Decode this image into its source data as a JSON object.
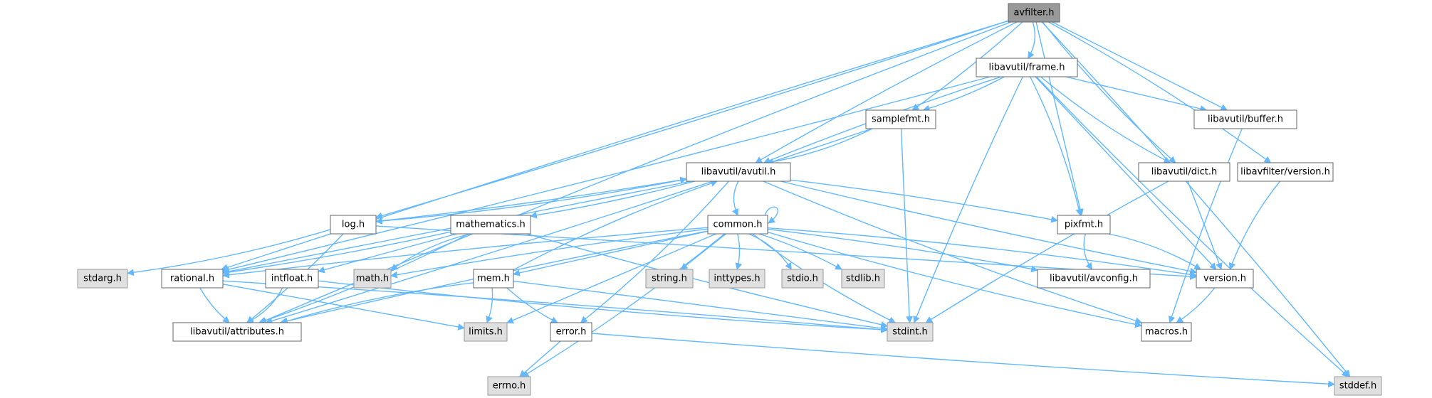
{
  "graph": {
    "colors": {
      "edge": "#63b8ff",
      "node_fill": "#ffffff",
      "node_border": "#666666",
      "system_fill": "#e0e0e0",
      "system_border": "#999999",
      "root_fill": "#999999",
      "root_border": "#666666"
    },
    "nodes": [
      {
        "id": "avfilter_h",
        "label": "avfilter.h",
        "kind": "root"
      },
      {
        "id": "frame_h",
        "label": "libavutil/frame.h",
        "kind": "header"
      },
      {
        "id": "samplefmt_h",
        "label": "samplefmt.h",
        "kind": "header"
      },
      {
        "id": "buffer_h",
        "label": "libavutil/buffer.h",
        "kind": "header"
      },
      {
        "id": "avutil_h",
        "label": "libavutil/avutil.h",
        "kind": "header"
      },
      {
        "id": "dict_h",
        "label": "libavutil/dict.h",
        "kind": "header"
      },
      {
        "id": "lavfi_version_h",
        "label": "libavfilter/version.h",
        "kind": "header"
      },
      {
        "id": "log_h",
        "label": "log.h",
        "kind": "header"
      },
      {
        "id": "mathematics_h",
        "label": "mathematics.h",
        "kind": "header"
      },
      {
        "id": "common_h",
        "label": "common.h",
        "kind": "header"
      },
      {
        "id": "pixfmt_h",
        "label": "pixfmt.h",
        "kind": "header"
      },
      {
        "id": "stdarg_h",
        "label": "stdarg.h",
        "kind": "system"
      },
      {
        "id": "rational_h",
        "label": "rational.h",
        "kind": "header"
      },
      {
        "id": "intfloat_h",
        "label": "intfloat.h",
        "kind": "header"
      },
      {
        "id": "math_h",
        "label": "math.h",
        "kind": "system"
      },
      {
        "id": "mem_h",
        "label": "mem.h",
        "kind": "header"
      },
      {
        "id": "string_h",
        "label": "string.h",
        "kind": "system"
      },
      {
        "id": "inttypes_h",
        "label": "inttypes.h",
        "kind": "system"
      },
      {
        "id": "stdio_h",
        "label": "stdio.h",
        "kind": "system"
      },
      {
        "id": "stdlib_h",
        "label": "stdlib.h",
        "kind": "system"
      },
      {
        "id": "avconfig_h",
        "label": "libavutil/avconfig.h",
        "kind": "header"
      },
      {
        "id": "version_h",
        "label": "version.h",
        "kind": "header"
      },
      {
        "id": "attributes_h",
        "label": "libavutil/attributes.h",
        "kind": "header"
      },
      {
        "id": "limits_h",
        "label": "limits.h",
        "kind": "system"
      },
      {
        "id": "stdint_h",
        "label": "stdint.h",
        "kind": "system"
      },
      {
        "id": "error_h",
        "label": "error.h",
        "kind": "header"
      },
      {
        "id": "macros_h",
        "label": "macros.h",
        "kind": "header"
      },
      {
        "id": "errno_h",
        "label": "errno.h",
        "kind": "system"
      },
      {
        "id": "stddef_h",
        "label": "stddef.h",
        "kind": "system"
      }
    ],
    "edges": [
      [
        "avfilter_h",
        "frame_h"
      ],
      [
        "avfilter_h",
        "samplefmt_h"
      ],
      [
        "avfilter_h",
        "buffer_h"
      ],
      [
        "avfilter_h",
        "avutil_h"
      ],
      [
        "avfilter_h",
        "dict_h"
      ],
      [
        "avfilter_h",
        "lavfi_version_h"
      ],
      [
        "avfilter_h",
        "log_h"
      ],
      [
        "avfilter_h",
        "pixfmt_h"
      ],
      [
        "avfilter_h",
        "rational_h"
      ],
      [
        "avfilter_h",
        "attributes_h"
      ],
      [
        "avfilter_h",
        "stddef_h"
      ],
      [
        "frame_h",
        "samplefmt_h"
      ],
      [
        "frame_h",
        "buffer_h"
      ],
      [
        "frame_h",
        "avutil_h"
      ],
      [
        "frame_h",
        "dict_h"
      ],
      [
        "frame_h",
        "pixfmt_h"
      ],
      [
        "frame_h",
        "rational_h"
      ],
      [
        "frame_h",
        "version_h"
      ],
      [
        "frame_h",
        "stdint_h"
      ],
      [
        "frame_h",
        "stddef_h"
      ],
      [
        "samplefmt_h",
        "avutil_h"
      ],
      [
        "samplefmt_h",
        "attributes_h"
      ],
      [
        "samplefmt_h",
        "stdint_h"
      ],
      [
        "buffer_h",
        "macros_h"
      ],
      [
        "avutil_h",
        "common_h"
      ],
      [
        "avutil_h",
        "error_h"
      ],
      [
        "avutil_h",
        "mathematics_h"
      ],
      [
        "avutil_h",
        "rational_h"
      ],
      [
        "avutil_h",
        "version_h"
      ],
      [
        "avutil_h",
        "macros_h"
      ],
      [
        "avutil_h",
        "log_h"
      ],
      [
        "avutil_h",
        "pixfmt_h"
      ],
      [
        "dict_h",
        "version_h"
      ],
      [
        "dict_h",
        "stdint_h"
      ],
      [
        "lavfi_version_h",
        "version_h"
      ],
      [
        "log_h",
        "stdarg_h"
      ],
      [
        "log_h",
        "attributes_h"
      ],
      [
        "log_h",
        "version_h"
      ],
      [
        "log_h",
        "avutil_h"
      ],
      [
        "mathematics_h",
        "math_h"
      ],
      [
        "mathematics_h",
        "attributes_h"
      ],
      [
        "mathematics_h",
        "rational_h"
      ],
      [
        "mathematics_h",
        "intfloat_h"
      ],
      [
        "mathematics_h",
        "stdint_h"
      ],
      [
        "common_h",
        "common_h"
      ],
      [
        "common_h",
        "errno_h"
      ],
      [
        "common_h",
        "inttypes_h"
      ],
      [
        "common_h",
        "limits_h"
      ],
      [
        "common_h",
        "math_h"
      ],
      [
        "common_h",
        "stdint_h"
      ],
      [
        "common_h",
        "stdio_h"
      ],
      [
        "common_h",
        "stdlib_h"
      ],
      [
        "common_h",
        "string_h"
      ],
      [
        "common_h",
        "attributes_h"
      ],
      [
        "common_h",
        "macros_h"
      ],
      [
        "common_h",
        "version_h"
      ],
      [
        "common_h",
        "avconfig_h"
      ],
      [
        "common_h",
        "mem_h"
      ],
      [
        "common_h",
        "rational_h"
      ],
      [
        "pixfmt_h",
        "avconfig_h"
      ],
      [
        "pixfmt_h",
        "version_h"
      ],
      [
        "rational_h",
        "stdint_h"
      ],
      [
        "rational_h",
        "limits_h"
      ],
      [
        "rational_h",
        "attributes_h"
      ],
      [
        "intfloat_h",
        "stdint_h"
      ],
      [
        "intfloat_h",
        "attributes_h"
      ],
      [
        "mem_h",
        "limits_h"
      ],
      [
        "mem_h",
        "stdint_h"
      ],
      [
        "mem_h",
        "error_h"
      ],
      [
        "mem_h",
        "attributes_h"
      ],
      [
        "mem_h",
        "avutil_h"
      ],
      [
        "version_h",
        "macros_h"
      ],
      [
        "error_h",
        "errno_h"
      ],
      [
        "error_h",
        "stddef_h"
      ]
    ]
  }
}
